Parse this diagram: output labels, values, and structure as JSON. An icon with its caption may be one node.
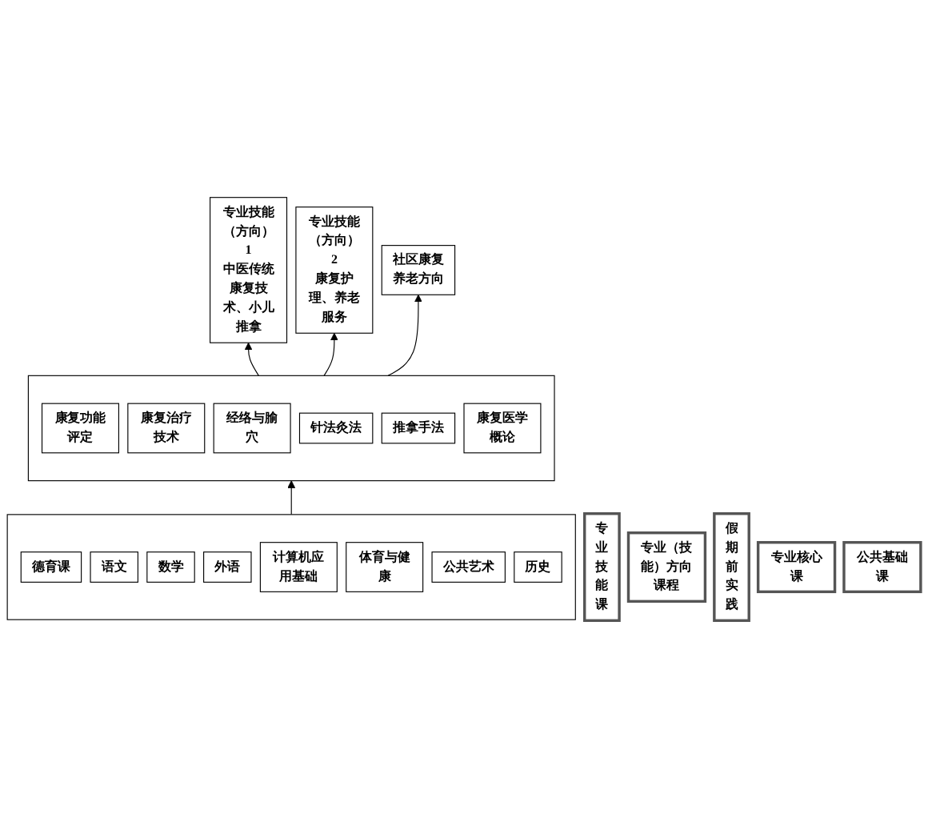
{
  "diagram": {
    "nodes": [
      {
        "text": [
          "专业技能课"
        ]
      },
      {
        "text": [
          "专业（技能）方向课程"
        ]
      },
      {
        "text": [
          "专业技能（方向）1",
          "中医传统康复技术、小儿推拿"
        ]
      },
      {
        "text": [
          "专业技能（方向）2",
          "康复护理、养老服务"
        ]
      },
      {
        "text": [
          "社区康复",
          "养老方向"
        ]
      },
      {
        "text": [
          "假期前实践"
        ]
      },
      {
        "text": [
          "专业核心课"
        ]
      },
      {
        "text": [],
        "shape": "box"
      },
      {
        "text": [
          "康复功能评定"
        ],
        "in": 7
      },
      {
        "text": [
          "康复治疗技术"
        ],
        "in": 7
      },
      {
        "text": [
          "经络与腧穴"
        ],
        "in": 7
      },
      {
        "text": [
          "针法灸法"
        ],
        "in": 7
      },
      {
        "text": [
          "推拿手法"
        ],
        "in": 7
      },
      {
        "text": [
          "康复医学概论"
        ],
        "in": 7
      },
      {
        "text": [
          "公共基础课"
        ]
      },
      {
        "text": [],
        "shape": "box"
      },
      {
        "text": [
          "德育课"
        ],
        "in": 15
      },
      {
        "text": [
          "语文"
        ],
        "in": 15
      },
      {
        "text": [
          "数学"
        ],
        "in": 15
      },
      {
        "text": [
          "外语"
        ],
        "in": 15
      },
      {
        "text": [
          "计算机应用基础"
        ],
        "in": 15
      },
      {
        "text": [
          "体育与健康"
        ],
        "in": 15
      },
      {
        "text": [
          "公共艺术"
        ],
        "in": 15
      },
      {
        "text": [
          "历史"
        ],
        "in": 15
      }
    ],
    "edges": [
      {
        "from": 7,
        "to": 2,
        "arrow": "to"
      },
      {
        "from": 7,
        "to": 3,
        "arrow": "to"
      },
      {
        "from": 7,
        "to": 4,
        "arrow": "to"
      },
      {
        "from": 15,
        "to": 7,
        "arrow": "to"
      }
    ]
  }
}
